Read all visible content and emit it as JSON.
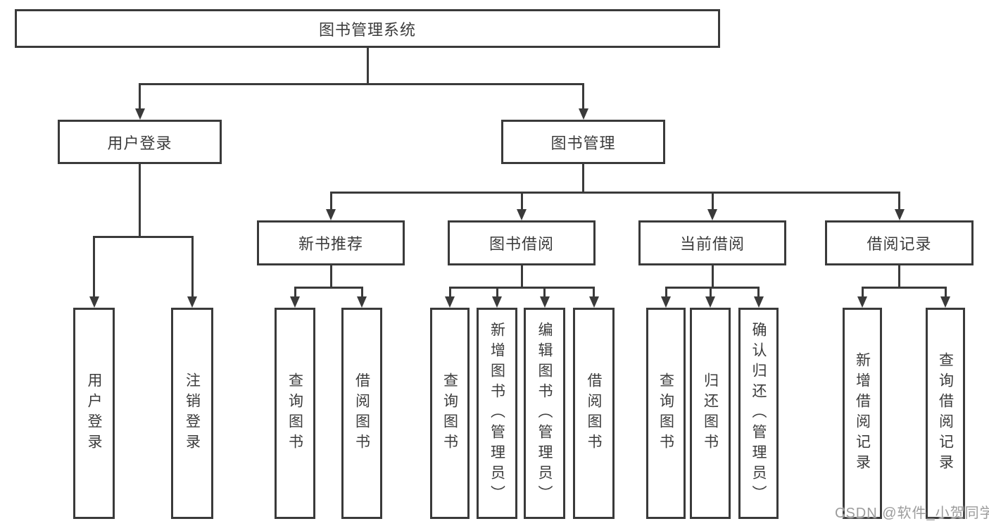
{
  "nodes": {
    "root": "图书管理系统",
    "user_login": "用户登录",
    "book_mgmt": "图书管理",
    "new_book_rec": "新书推荐",
    "book_borrow": "图书借阅",
    "current_borrow": "当前借阅",
    "borrow_record": "借阅记录",
    "leaves_user_login": [
      "用户登录",
      "注销登录"
    ],
    "leaves_new_book_rec": [
      "查询图书",
      "借阅图书"
    ],
    "leaves_book_borrow": [
      "查询图书",
      "新增图书（管理员）",
      "编辑图书（管理员）",
      "借阅图书"
    ],
    "leaves_current_borrow": [
      "查询图书",
      "归还图书",
      "确认归还（管理员）"
    ],
    "leaves_borrow_record": [
      "新增借阅记录",
      "查询借阅记录"
    ]
  },
  "watermark": {
    "text": "CSDN @软件_小贺同学",
    "color": "#9c9c9c"
  },
  "diagram_colors": {
    "line": "#3a3a3a",
    "box_bg": "#ffffff"
  }
}
